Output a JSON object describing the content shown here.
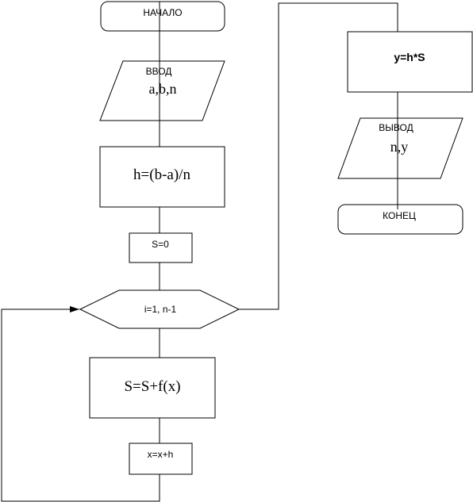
{
  "flowchart": {
    "start": {
      "label": "НАЧАЛО"
    },
    "input": {
      "title": "ВВОД",
      "value": "a,b,n"
    },
    "calc_h": {
      "label": "h=(b-a)/n"
    },
    "init_s": {
      "label": "S=0"
    },
    "loop": {
      "label": "i=1, n-1"
    },
    "accumulate": {
      "label": "S=S+f(x)"
    },
    "increment": {
      "label": "x=x+h"
    },
    "calc_y": {
      "label": "y=h*S"
    },
    "output": {
      "title": "ВЫВОД",
      "value": "n,y"
    },
    "end": {
      "label": "КОНЕЦ"
    }
  }
}
